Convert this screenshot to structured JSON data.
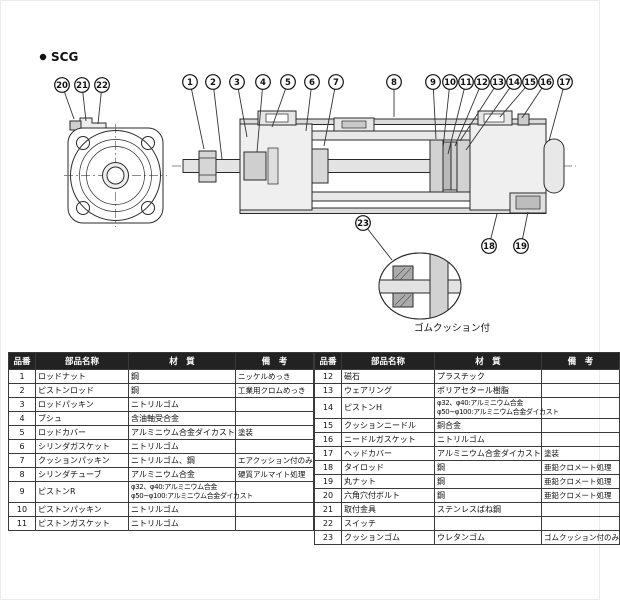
{
  "page": {
    "model": "SCG",
    "detail_caption": "ゴムクッション付"
  },
  "callout_labels": [
    "20",
    "21",
    "22",
    "1",
    "2",
    "3",
    "4",
    "5",
    "6",
    "7",
    "8",
    "9",
    "10",
    "11",
    "12",
    "13",
    "14",
    "15",
    "16",
    "17",
    "23",
    "18",
    "19"
  ],
  "tables": {
    "headers": {
      "no": "品番",
      "name": "部品名称",
      "material": "材　質",
      "remarks": "備　考"
    },
    "left_rows": [
      {
        "no": "1",
        "name": "ロッドナット",
        "material": "鋼",
        "remarks": "ニッケルめっき"
      },
      {
        "no": "2",
        "name": "ピストンロッド",
        "material": "鋼",
        "remarks": "工業用クロムめっき"
      },
      {
        "no": "3",
        "name": "ロッドパッキン",
        "material": "ニトリルゴム",
        "remarks": ""
      },
      {
        "no": "4",
        "name": "ブシュ",
        "material": "含油軸受合金",
        "remarks": ""
      },
      {
        "no": "5",
        "name": "ロッドカバー",
        "material": "アルミニウム合金ダイカスト",
        "remarks": "塗装"
      },
      {
        "no": "6",
        "name": "シリンダガスケット",
        "material": "ニトリルゴム",
        "remarks": ""
      },
      {
        "no": "7",
        "name": "クッションパッキン",
        "material": "ニトリルゴム、鋼",
        "remarks": "エアクッション付のみ"
      },
      {
        "no": "8",
        "name": "シリンダチューブ",
        "material": "アルミニウム合金",
        "remarks": "硬質アルマイト処理"
      },
      {
        "no": "9",
        "name": "ピストンR",
        "material": "φ32、φ40:アルミニウム合金",
        "material2": "φ50~φ100:アルミニウム合金ダイカスト",
        "remarks": ""
      },
      {
        "no": "10",
        "name": "ピストンパッキン",
        "material": "ニトリルゴム",
        "remarks": ""
      },
      {
        "no": "11",
        "name": "ピストンガスケット",
        "material": "ニトリルゴム",
        "remarks": ""
      }
    ],
    "right_rows": [
      {
        "no": "12",
        "name": "磁石",
        "material": "プラスチック",
        "remarks": ""
      },
      {
        "no": "13",
        "name": "ウェアリング",
        "material": "ポリアセタール樹脂",
        "remarks": ""
      },
      {
        "no": "14",
        "name": "ピストンH",
        "material": "φ32、φ40:アルミニウム合金",
        "material2": "φ50~φ100:アルミニウム合金ダイカスト",
        "remarks": ""
      },
      {
        "no": "15",
        "name": "クッションニードル",
        "material": "銅合金",
        "remarks": ""
      },
      {
        "no": "16",
        "name": "ニードルガスケット",
        "material": "ニトリルゴム",
        "remarks": ""
      },
      {
        "no": "17",
        "name": "ヘッドカバー",
        "material": "アルミニウム合金ダイカスト",
        "remarks": "塗装"
      },
      {
        "no": "18",
        "name": "タイロッド",
        "material": "鋼",
        "remarks": "亜鉛クロメート処理"
      },
      {
        "no": "19",
        "name": "丸ナット",
        "material": "鋼",
        "remarks": "亜鉛クロメート処理"
      },
      {
        "no": "20",
        "name": "六角穴付ボルト",
        "material": "鋼",
        "remarks": "亜鉛クロメート処理"
      },
      {
        "no": "21",
        "name": "取付金具",
        "material": "ステンレスばね鋼",
        "remarks": ""
      },
      {
        "no": "22",
        "name": "スイッチ",
        "material": "",
        "remarks": ""
      },
      {
        "no": "23",
        "name": "クッションゴム",
        "material": "ウレタンゴム",
        "remarks": "ゴムクッション付のみ"
      }
    ]
  }
}
